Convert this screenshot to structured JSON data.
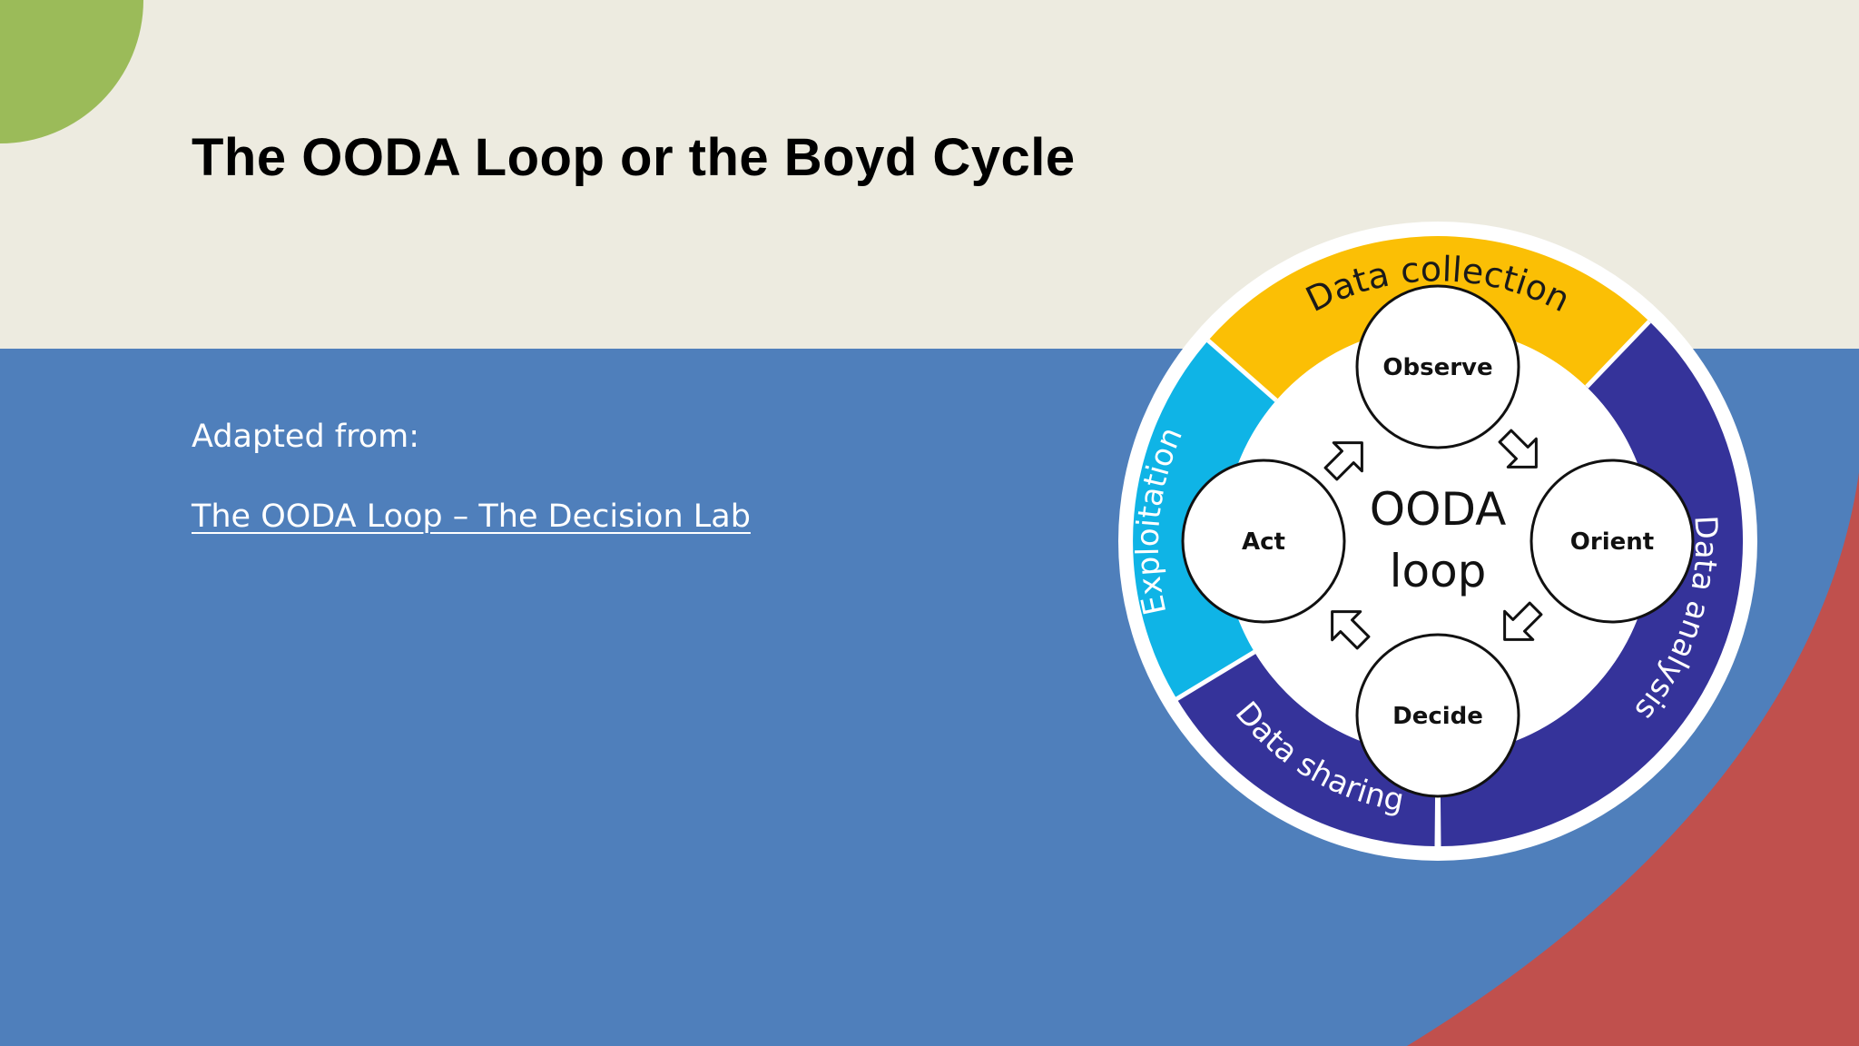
{
  "slide": {
    "title": "The OODA Loop or the Boyd Cycle",
    "adapted_label": "Adapted from:",
    "source_link": "The OODA Loop – The Decision Lab"
  },
  "diagram": {
    "center_line1": "OODA",
    "center_line2": "loop",
    "stages": {
      "observe": "Observe",
      "orient": "Orient",
      "decide": "Decide",
      "act": "Act"
    },
    "ring_segments": {
      "top": "Data collection",
      "right": "Data analysis",
      "bottom_left": "Data sharing",
      "left": "Exploitation"
    }
  },
  "colors": {
    "background_blue": "#4f7fbb",
    "top_band": "#edebe0",
    "green_accent": "#9bbb59",
    "red_accent": "#c0504d",
    "segment_yellow": "#fbbf05",
    "segment_indigo": "#35339a",
    "segment_cyan": "#0fb4e6"
  }
}
